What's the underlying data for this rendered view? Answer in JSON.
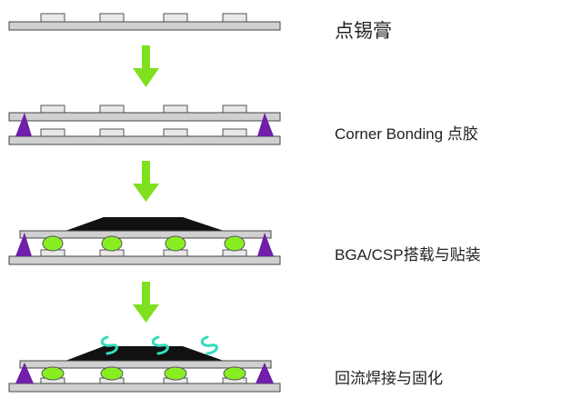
{
  "steps": [
    {
      "label": "点锡膏"
    },
    {
      "label": "Corner Bonding 点胶"
    },
    {
      "label": "BGA/CSP搭载与贴装"
    },
    {
      "label": "回流焊接与固化"
    }
  ],
  "colors": {
    "substrate_fill": "#d0d0d0",
    "substrate_stroke": "#444444",
    "pad_fill": "#e8e8e8",
    "solder_ball": "#88ee22",
    "corner_glue": "#6f1fa8",
    "chip_die": "#111111",
    "arrow": "#7ee01e",
    "heat_wave": "#33ddbb"
  },
  "icons": {
    "arrow": "down-arrow-icon",
    "heat": "heat-wave-icon"
  }
}
